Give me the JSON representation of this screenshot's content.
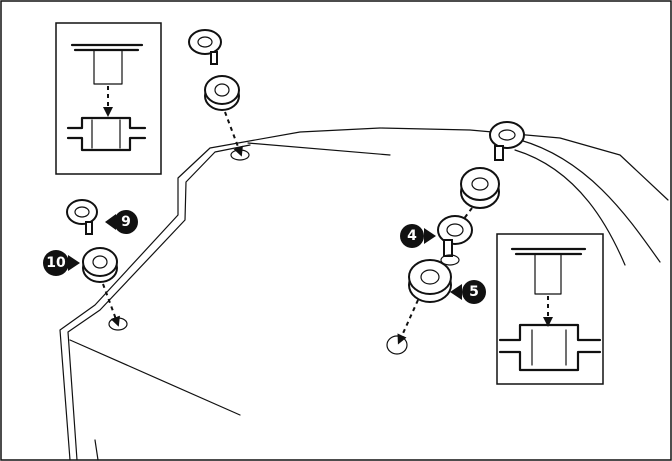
{
  "callouts": [
    {
      "label": "9"
    },
    {
      "label": "10"
    },
    {
      "label": "4"
    },
    {
      "label": "5"
    }
  ],
  "colors": {
    "line": "#111111",
    "background": "#ffffff"
  },
  "parts": {
    "detail_insets": [
      "upper-left-inset",
      "lower-right-inset"
    ],
    "fasteners": [
      "trim-clip-pin",
      "trim-clip-grommet"
    ]
  }
}
